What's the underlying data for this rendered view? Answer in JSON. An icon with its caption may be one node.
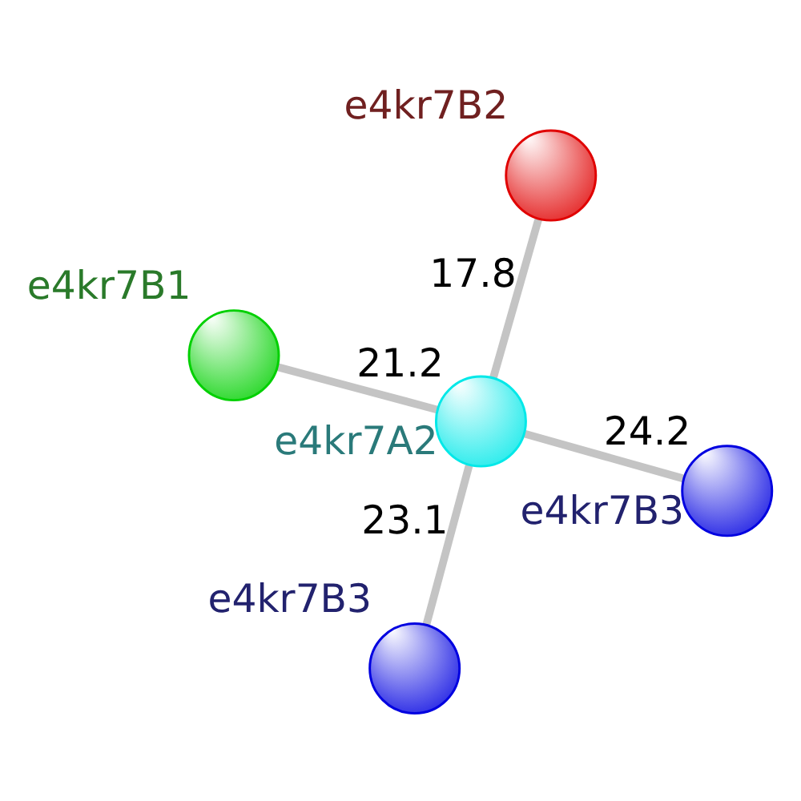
{
  "diagram": {
    "nodes": [
      {
        "text": [],
        "shape": "circle",
        "beside": [
          "e4kr7B1"
        ]
      },
      {
        "text": [],
        "shape": "circle",
        "beside": [
          "e4kr7B3"
        ]
      },
      {
        "text": [],
        "shape": "circle",
        "beside": [
          "e4kr7B3"
        ]
      },
      {
        "text": [],
        "shape": "circle",
        "beside": [
          "e4kr7A2"
        ]
      },
      {
        "text": [],
        "shape": "circle",
        "beside": [
          "e4kr7B2"
        ]
      }
    ],
    "edges": [
      {
        "from": 3,
        "to": 0,
        "arrow": "none",
        "label": "21.2"
      },
      {
        "from": 3,
        "to": 1,
        "arrow": "none",
        "label": "24.2"
      },
      {
        "from": 3,
        "to": 2,
        "arrow": "none",
        "label": "23.1"
      },
      {
        "from": 3,
        "to": 4,
        "arrow": "none",
        "label": "17.8"
      }
    ]
  }
}
